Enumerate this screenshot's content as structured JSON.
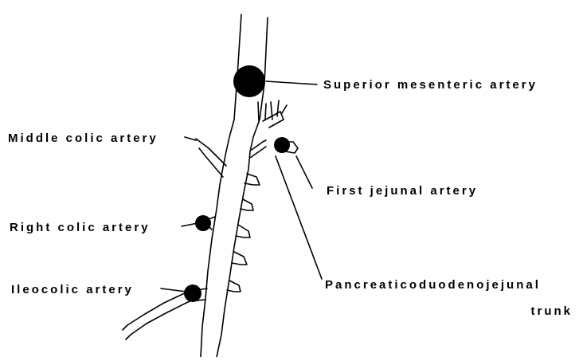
{
  "labels": {
    "superior_mesenteric": "Superior mesenteric artery",
    "middle_colic": "Middle colic artery",
    "first_jejunal": "First jejunal artery",
    "right_colic": "Right colic artery",
    "pancreatico_line1": "Pancreaticoduodenojejunal",
    "pancreatico_line2": "trunk",
    "ileocolic": "Ileocolic artery"
  },
  "colors": {
    "ink": "#000000",
    "background": "#ffffff"
  }
}
